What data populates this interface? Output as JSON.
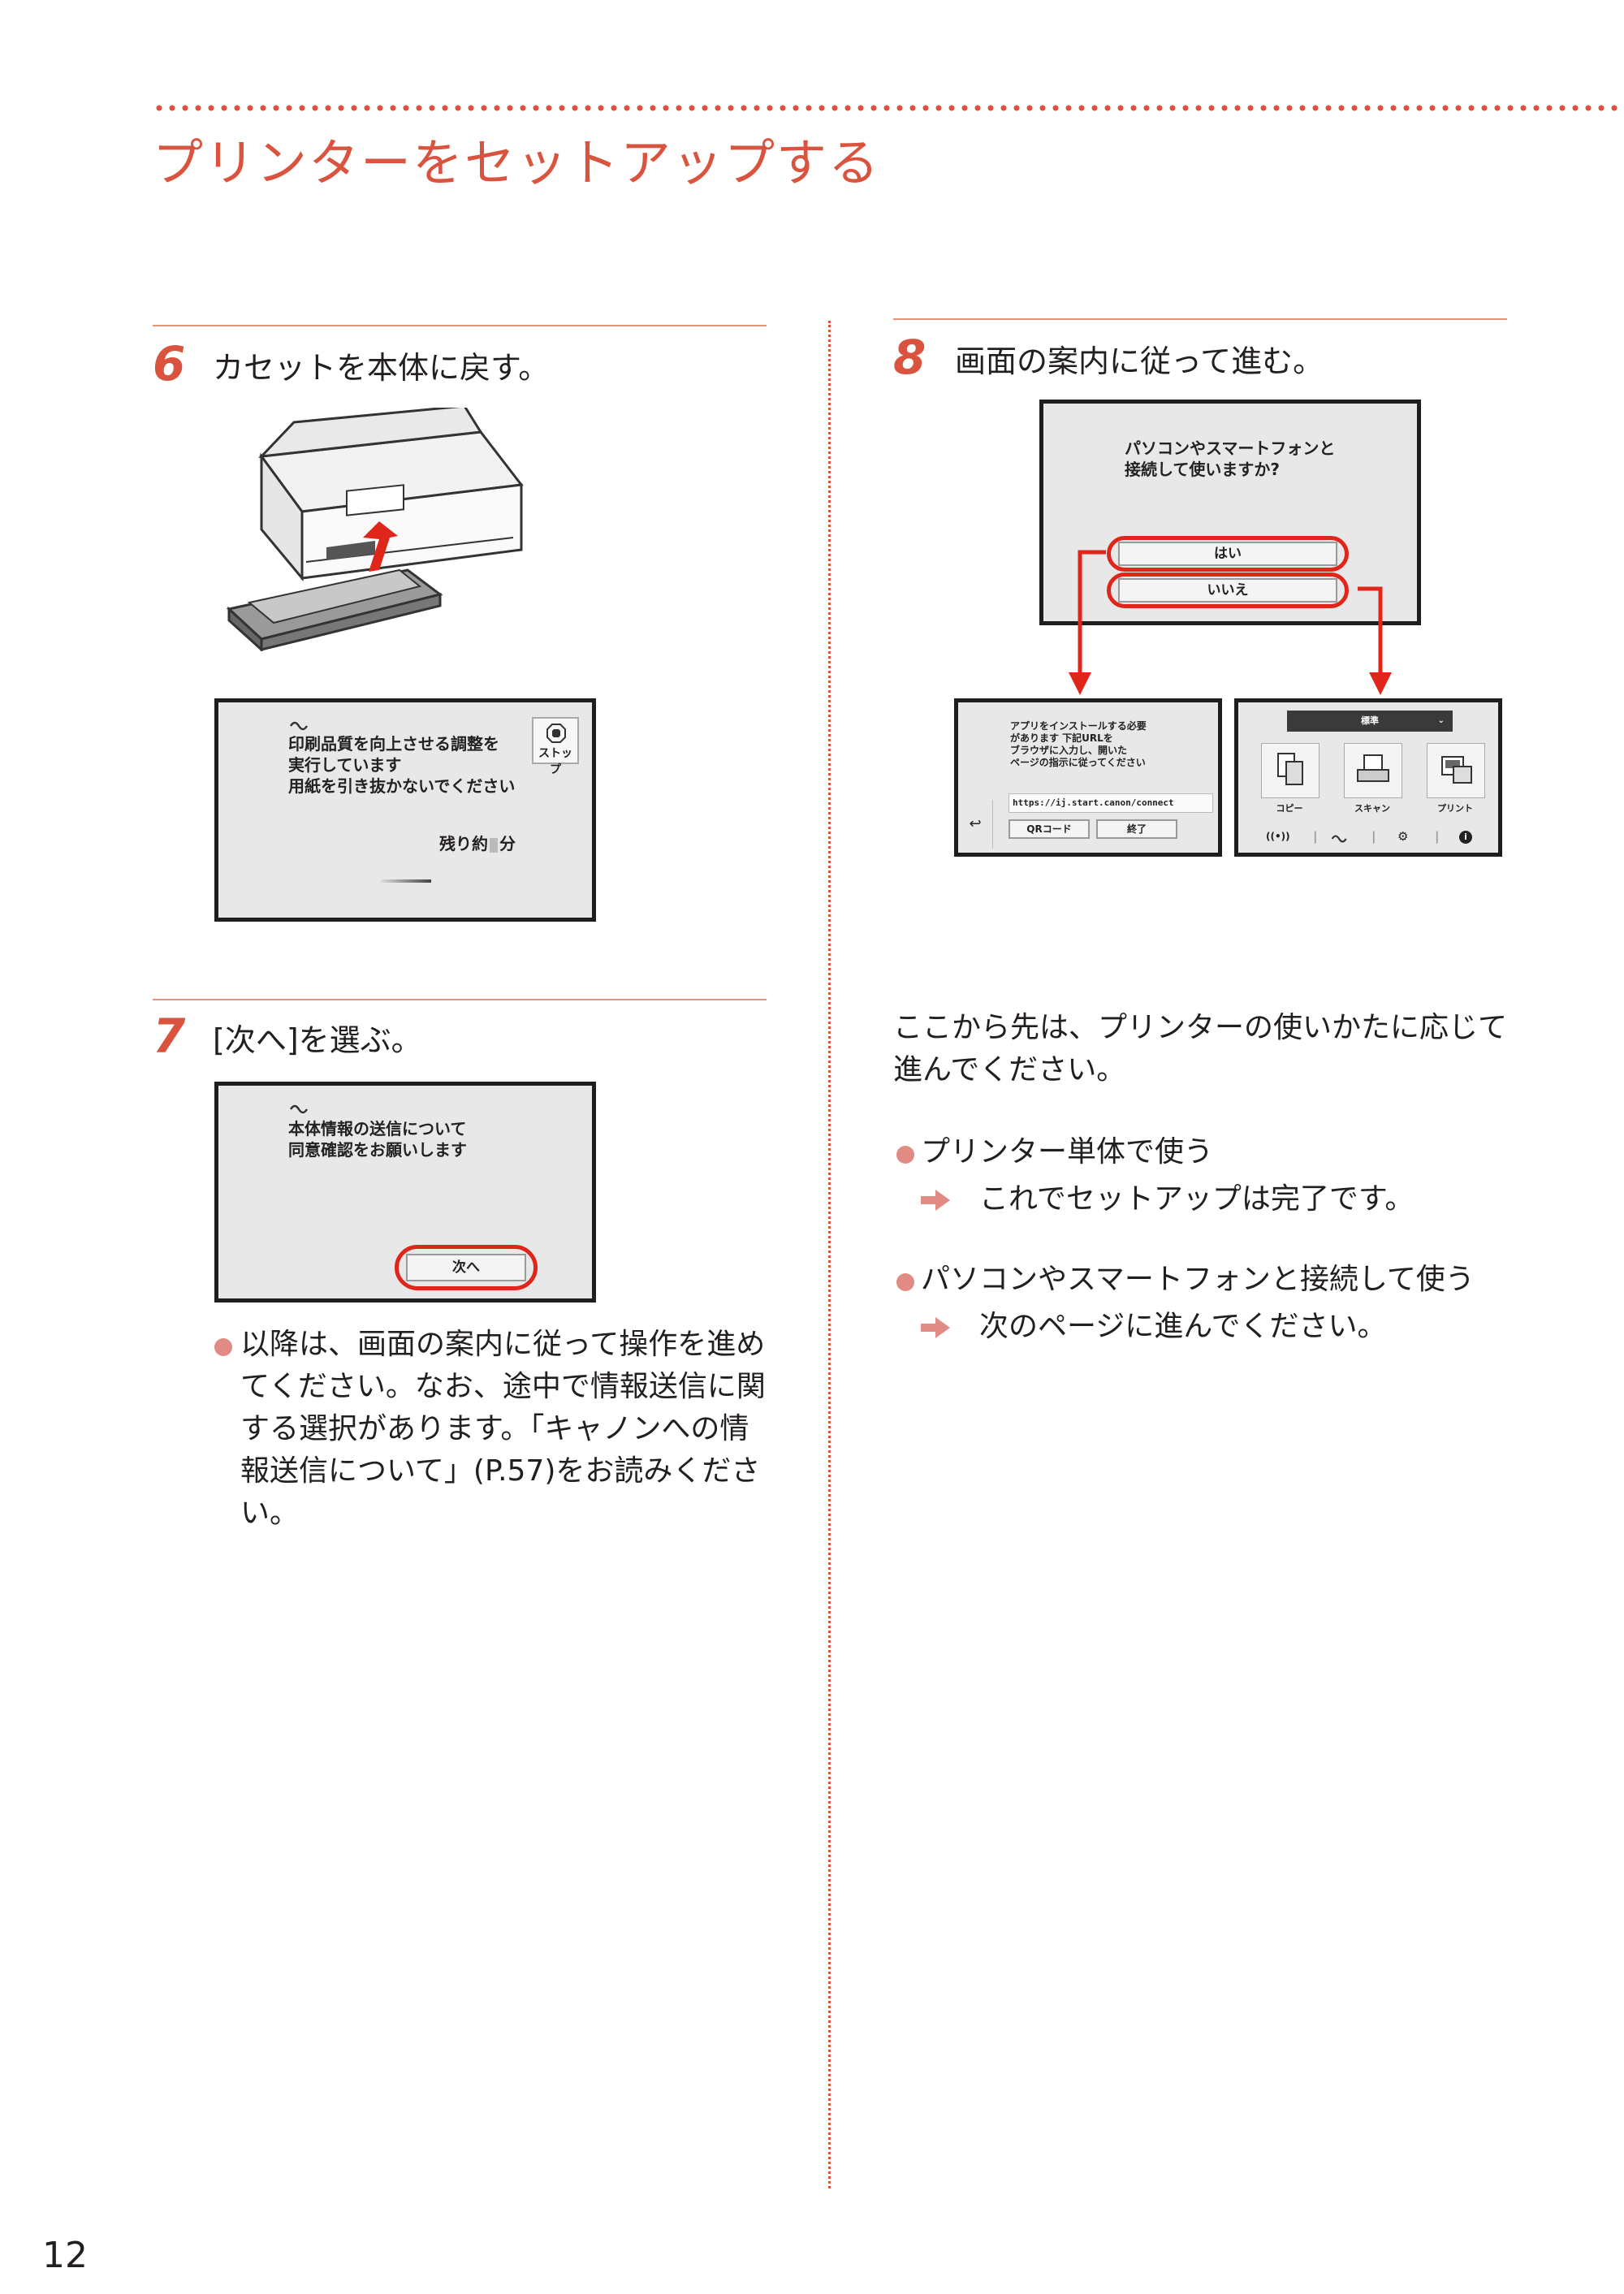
{
  "page": {
    "title": "プリンターをセットアップする",
    "page_number": "12"
  },
  "step6": {
    "number": "6",
    "text": "カセットを本体に戻す。",
    "screen": {
      "message": "印刷品質を向上させる調整を\n実行しています\n用紙を引き抜かないでください",
      "stop_label": "ストップ",
      "remaining": "残り約",
      "remaining_unit": "分"
    }
  },
  "step7": {
    "number": "7",
    "text": "[次へ]を選ぶ。",
    "screen": {
      "message": "本体情報の送信について\n同意確認をお願いします",
      "next_button": "次へ"
    },
    "note": "以降は、画面の案内に従って操作を進めてください。なお、途中で情報送信に関する選択があります。「キャノンへの情報送信について」(P.57)をお読みください。"
  },
  "step8": {
    "number": "8",
    "text": "画面の案内に従って進む。",
    "question_screen": {
      "message": "パソコンやスマートフォンと\n接続して使いますか?",
      "yes_button": "はい",
      "no_button": "いいえ"
    },
    "app_screen": {
      "message": "アプリをインストールする必要\nがあります 下記URLを\nブラウザに入力し、開いた\nページの指示に従ってください",
      "url": "https://ij.start.canon/connect",
      "qr_button": "QRコード",
      "end_button": "終了"
    },
    "home_screen": {
      "mode_label": "標準",
      "copy_label": "コピー",
      "scan_label": "スキャン",
      "print_label": "プリント"
    }
  },
  "right_column": {
    "intro": "ここから先は、プリンターの使いかたに応じて進んでください。",
    "options": [
      {
        "heading": "プリンター単体で使う",
        "result": "これでセットアップは完了です。"
      },
      {
        "heading": "パソコンやスマートフォンと接続して使う",
        "result": "次のページに進んでください。"
      }
    ]
  },
  "colors": {
    "accent": "#d9533f",
    "highlight": "#e0251b",
    "bullet": "#e28b85"
  }
}
